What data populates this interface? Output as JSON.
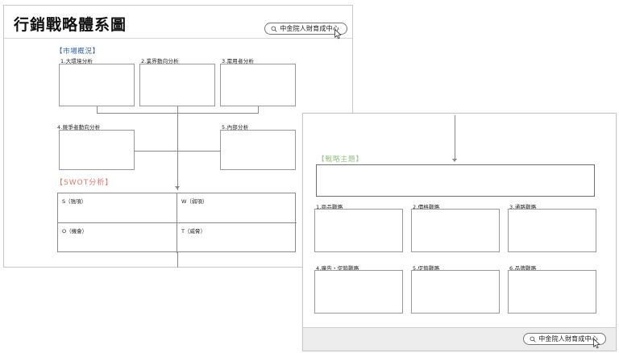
{
  "back_slide": {
    "title": "行銷戰略體系圖",
    "badge": {
      "icon": "search-icon",
      "label": "中金院人財育成中心"
    },
    "sections": [
      {
        "id": "market-overview",
        "heading": "【市場概況】",
        "color": "#2f5fb0"
      },
      {
        "id": "swot",
        "heading": "【SWOT分析】",
        "color": "#e8726a"
      }
    ],
    "analysis_boxes": [
      {
        "label": "1.大環境分析"
      },
      {
        "label": "2.業界動向分析"
      },
      {
        "label": "3.需用者分析"
      },
      {
        "label": "4.競爭者動向分析"
      },
      {
        "label": "5.內部分析"
      }
    ],
    "swot_cells": [
      {
        "label": "S（強項）"
      },
      {
        "label": "W（弱項）"
      },
      {
        "label": "O（機會）"
      },
      {
        "label": "T（威脅）"
      }
    ]
  },
  "front_slide": {
    "heading": "【戰略主題】",
    "heading_color": "#93c47d",
    "theme_box": {
      "value": ""
    },
    "strategy_boxes": [
      {
        "label": "1.商品戰略"
      },
      {
        "label": "2.價格戰略"
      },
      {
        "label": "3.通路戰略"
      },
      {
        "label": "4.廣告・促銷戰略"
      },
      {
        "label": "5.促銷戰略"
      },
      {
        "label": "6.品牌戰略"
      }
    ],
    "badge": {
      "icon": "search-icon",
      "label": "中金院人財育成中心"
    }
  }
}
